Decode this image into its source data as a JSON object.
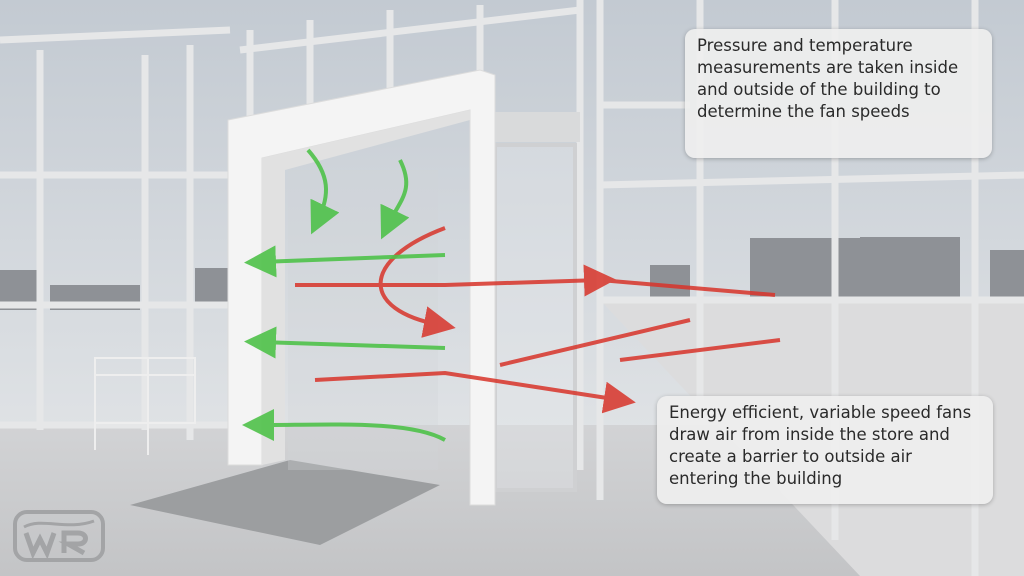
{
  "callouts": [
    {
      "text": "Pressure and temperature measurements are taken inside and outside of the building to determine the fan speeds"
    },
    {
      "text": "Energy efficient, variable speed fans draw air from inside the store and create a barrier to outside air entering the building"
    }
  ],
  "logo": {
    "text": "WR"
  },
  "colors": {
    "inside_air": "#4fc24a",
    "outside_air": "#d8342a",
    "frame": "#f4f4f4"
  }
}
